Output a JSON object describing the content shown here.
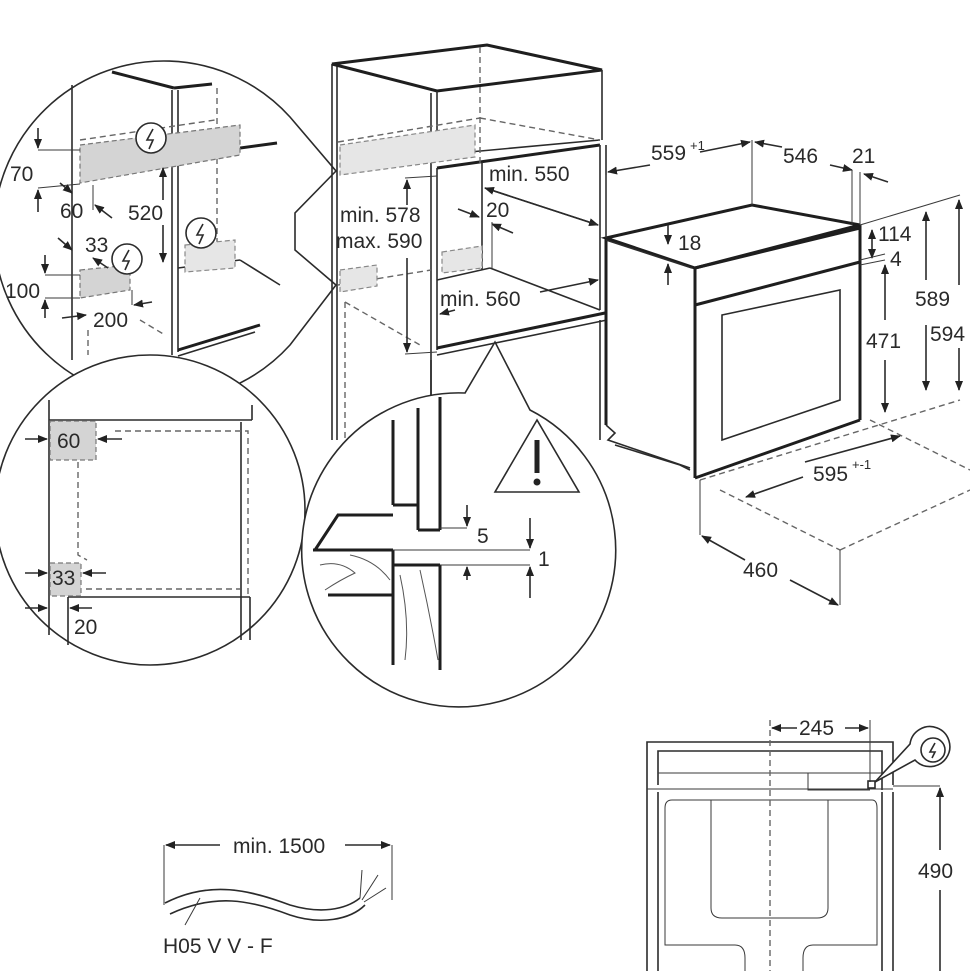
{
  "title": "Built-in oven installation diagram",
  "colors": {
    "line": "#2b2b2b",
    "shade": "#d4d4d4",
    "background": "#ffffff"
  },
  "icons": {
    "electric": "lightning-bolt-in-circle",
    "warning": "warning-triangle-exclamation"
  },
  "detail_top_left": {
    "labels": {
      "d70": "70",
      "d60": "60",
      "d520": "520",
      "d33": "33",
      "d100": "100",
      "d200": "200"
    }
  },
  "cabinet": {
    "labels": {
      "min578": "min. 578",
      "max590": "max. 590",
      "min550": "min. 550",
      "d20": "20",
      "min560": "min. 560"
    }
  },
  "oven": {
    "labels": {
      "w559": "559",
      "w559_tol": "+1",
      "d546": "546",
      "d21": "21",
      "d18": "18",
      "d114": "114",
      "d4": "4",
      "h471": "471",
      "h589": "589",
      "h594": "594",
      "w595": "595",
      "w595_tol": "+-1",
      "d460": "460"
    }
  },
  "detail_side": {
    "labels": {
      "d60": "60",
      "d33": "33",
      "d20": "20"
    }
  },
  "detail_floor": {
    "labels": {
      "d5": "5",
      "d1": "1"
    }
  },
  "front_view": {
    "labels": {
      "d245": "245",
      "h490": "490"
    }
  },
  "cable": {
    "labels": {
      "length": "min. 1500",
      "type": "H05 V V - F"
    }
  }
}
